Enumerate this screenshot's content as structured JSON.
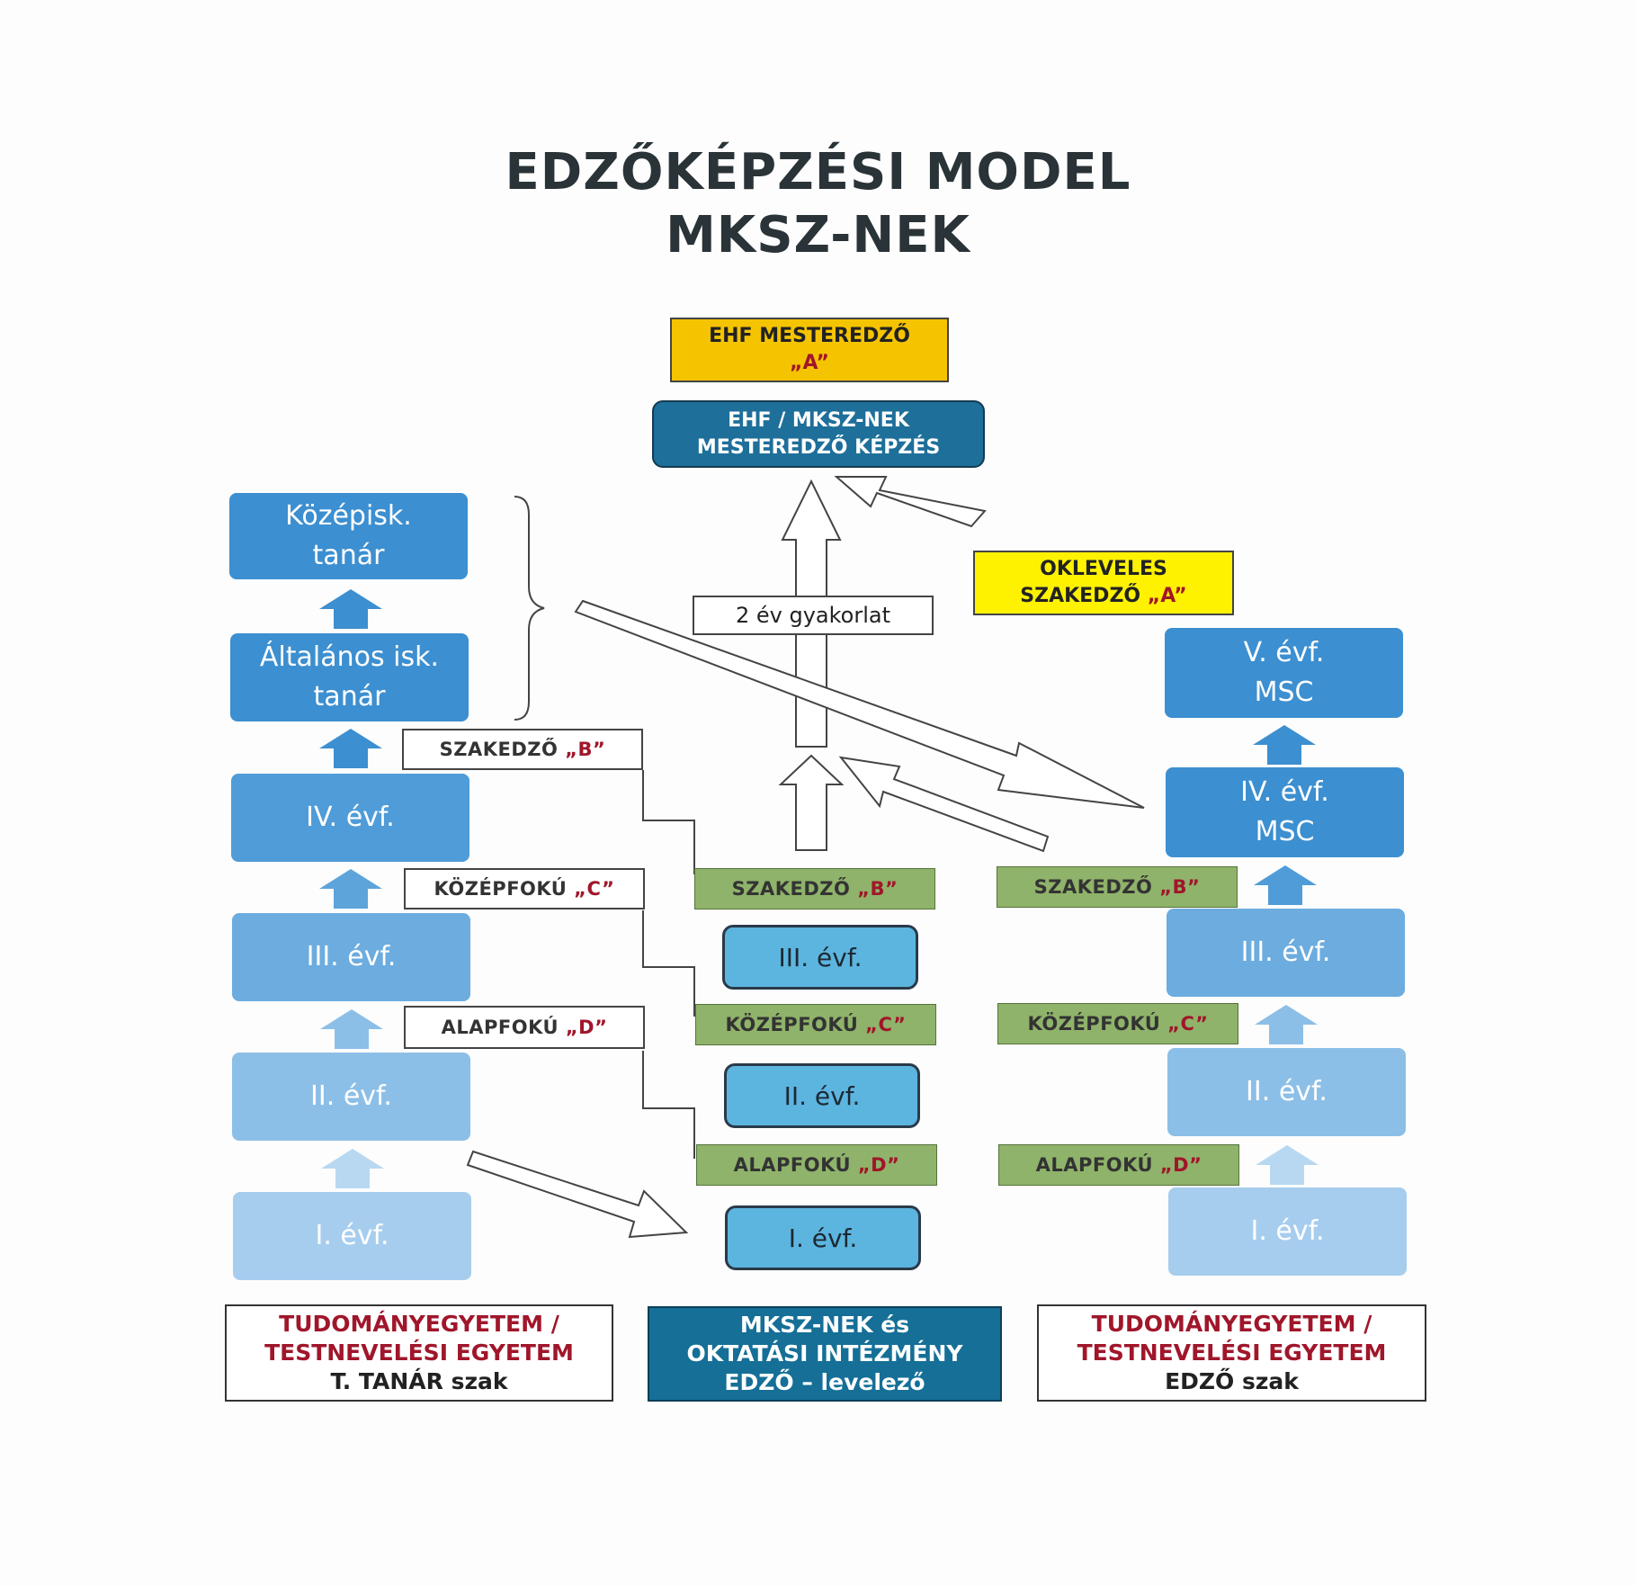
{
  "title": {
    "line1": "EDZŐKÉPZÉSI MODEL",
    "line2": "MKSZ-NEK"
  },
  "top": {
    "ehf_master": {
      "line1": "EHF MESTEREDZŐ",
      "grade": "„A”"
    },
    "ehf_course": {
      "line1": "EHF / MKSZ-NEK",
      "line2": "MESTEREDZŐ KÉPZÉS"
    },
    "okleveles": {
      "line1": "OKLEVELES",
      "line2": "SZAKEDZŐ ",
      "grade": "„A”"
    },
    "practice": "2 év gyakorlat"
  },
  "left_column": {
    "boxes": [
      {
        "line1": "Középisk.",
        "line2": "tanár"
      },
      {
        "line1": "Általános isk.",
        "line2": "tanár"
      },
      {
        "line1": "IV. évf."
      },
      {
        "line1": "III. évf."
      },
      {
        "line1": "II. évf."
      },
      {
        "line1": "I. évf."
      }
    ],
    "levels": [
      {
        "text": "SZAKEDZŐ ",
        "grade": "„B”"
      },
      {
        "text": "KÖZÉPFOKÚ ",
        "grade": "„C”"
      },
      {
        "text": "ALAPFOKÚ ",
        "grade": "„D”"
      }
    ]
  },
  "middle_column": {
    "boxes": [
      {
        "line1": "III. évf."
      },
      {
        "line1": "II. évf."
      },
      {
        "line1": "I. évf."
      }
    ],
    "levels": [
      {
        "text": "SZAKEDZŐ ",
        "grade": "„B”"
      },
      {
        "text": "KÖZÉPFOKÚ ",
        "grade": "„C”"
      },
      {
        "text": "ALAPFOKÚ ",
        "grade": "„D”"
      }
    ]
  },
  "right_column": {
    "boxes": [
      {
        "line1": "V. évf.",
        "line2": "MSC"
      },
      {
        "line1": "IV. évf.",
        "line2": "MSC"
      },
      {
        "line1": "III. évf."
      },
      {
        "line1": "II. évf."
      },
      {
        "line1": "I. évf."
      }
    ],
    "levels": [
      {
        "text": "SZAKEDZŐ ",
        "grade": "„B”"
      },
      {
        "text": "KÖZÉPFOKÚ ",
        "grade": "„C”"
      },
      {
        "text": "ALAPFOKÚ ",
        "grade": "„D”"
      }
    ]
  },
  "footer": {
    "left": {
      "line1": "TUDOMÁNYEGYETEM /",
      "line2": "TESTNEVELÉSI EGYETEM",
      "line3": "T. TANÁR szak"
    },
    "middle": {
      "line1": "MKSZ-NEK és",
      "line2": "OKTATÁSI INTÉZMÉNY",
      "line3": "EDZŐ – levelező"
    },
    "right": {
      "line1": "TUDOMÁNYEGYETEM /",
      "line2": "TESTNEVELÉSI EGYETEM",
      "line3": "EDZŐ szak"
    }
  }
}
